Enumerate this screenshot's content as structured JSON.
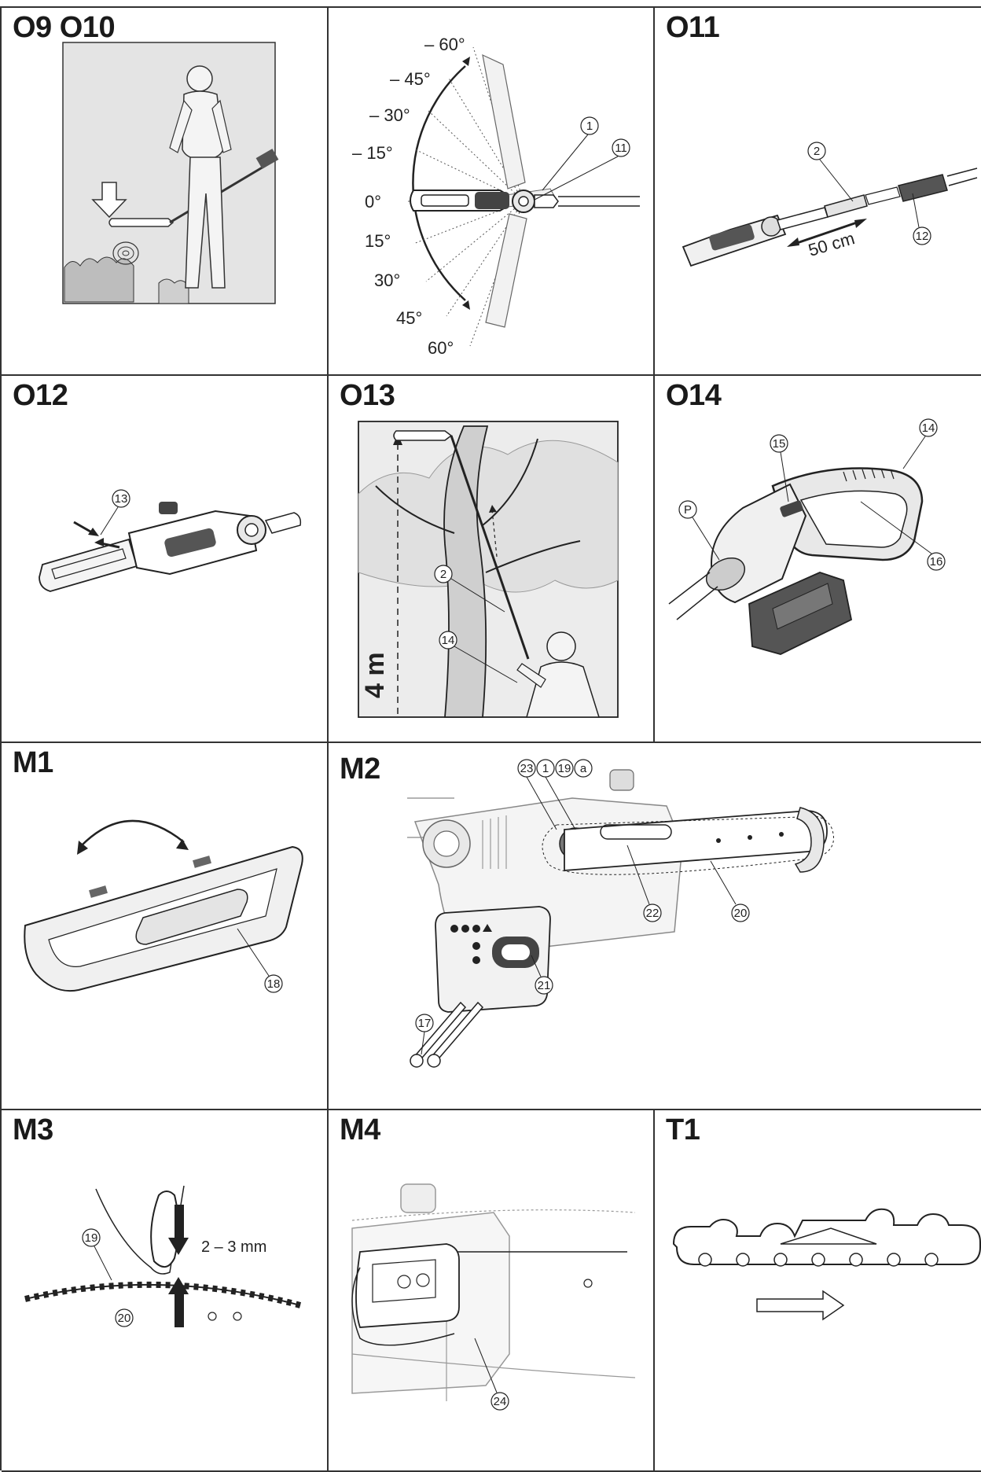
{
  "panels": {
    "o9_o10": {
      "label": "O9 O10"
    },
    "angles": {
      "marks": [
        "– 60°",
        "– 45°",
        "– 30°",
        "– 15°",
        "0°",
        "15°",
        "30°",
        "45°",
        "60°"
      ],
      "callouts": [
        "1",
        "11"
      ]
    },
    "o11": {
      "label": "O11",
      "callouts": [
        "2",
        "12"
      ],
      "distance": "50 cm"
    },
    "o12": {
      "label": "O12",
      "callouts": [
        "13"
      ]
    },
    "o13": {
      "label": "O13",
      "callouts": [
        "2",
        "14"
      ],
      "height": "4 m"
    },
    "o14": {
      "label": "O14",
      "callouts": [
        "14",
        "15",
        "P",
        "16"
      ]
    },
    "m1": {
      "label": "M1",
      "callouts": [
        "18"
      ]
    },
    "m2": {
      "label": "M2",
      "callouts": [
        "23",
        "1",
        "19",
        "a",
        "22",
        "20",
        "21",
        "17"
      ]
    },
    "m3": {
      "label": "M3",
      "callouts": [
        "19",
        "20"
      ],
      "gap": "2 – 3 mm"
    },
    "m4": {
      "label": "M4",
      "callouts": [
        "24"
      ]
    },
    "t1": {
      "label": "T1"
    }
  }
}
